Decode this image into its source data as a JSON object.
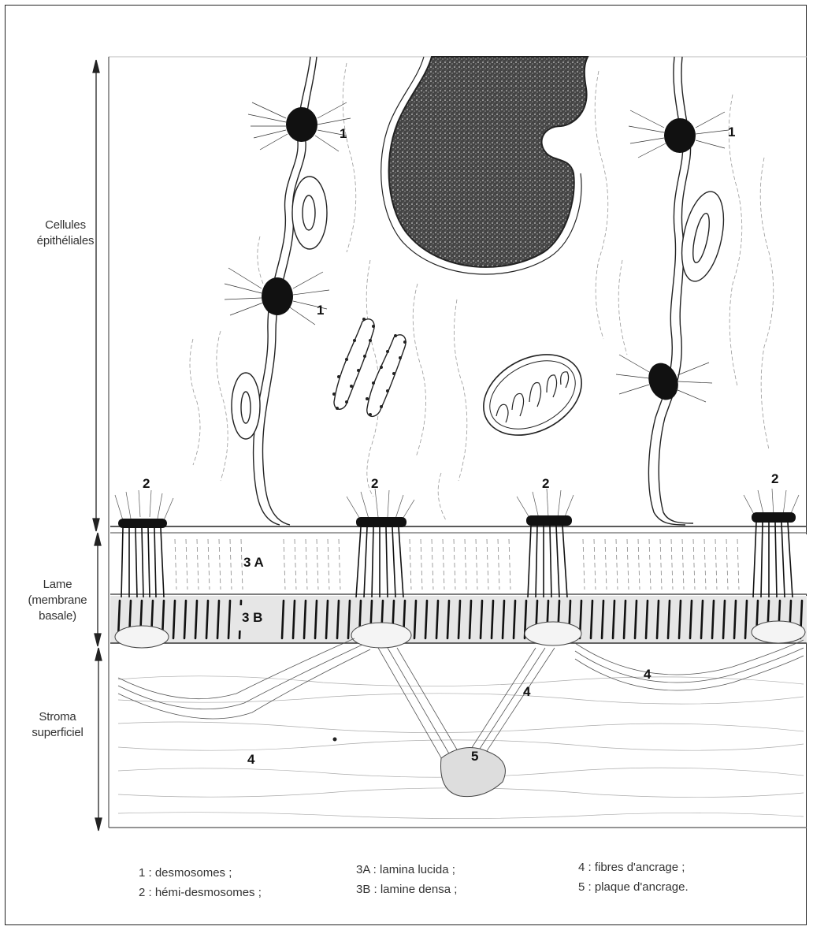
{
  "regions": {
    "epithelium": "Cellules épithéliales",
    "basement": "Lame (membrane basale)",
    "stroma": "Stroma superficiel"
  },
  "labels": {
    "desmosome": "1",
    "hemidesmosome": "2",
    "lucida": "3 A",
    "densa": "3 B",
    "fibres": "4",
    "plaque": "5"
  },
  "legend": {
    "col1": [
      "1 : desmosomes ;",
      "2 : hémi-desmosomes ;"
    ],
    "col2": [
      "3A : lamina lucida ;",
      "3B : lamine densa ;"
    ],
    "col3": [
      "4 : fibres d'ancrage ;",
      "5 : plaque d'ancrage."
    ]
  }
}
